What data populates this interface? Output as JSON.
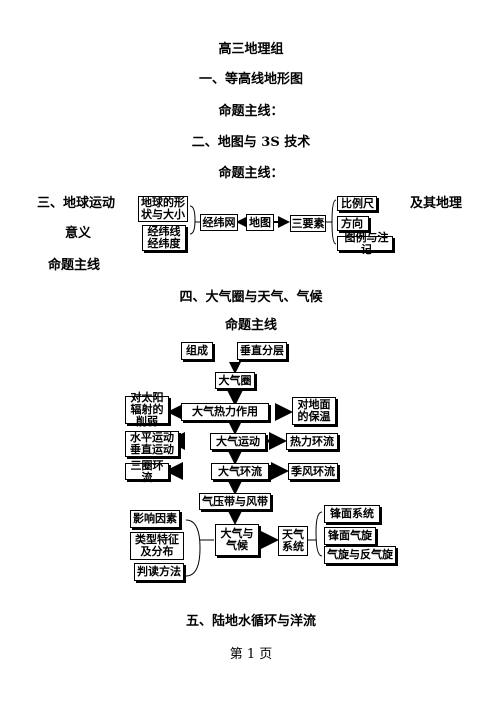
{
  "titles": {
    "group": "高三地理组",
    "s1": "一、等高线地形图",
    "s1_line": "命题主线：",
    "s2": "二、地图与 3S 技术",
    "s2_line": "命题主线：",
    "s3_left": "三、地球运动",
    "s3_right": "及其地理",
    "s3_meaning": "意义",
    "s3_line": "命题主线",
    "s4": "四、大气圈与天气、气候",
    "s4_line": "命题主线",
    "s5": "五、陆地水循环与洋流"
  },
  "map_diagram": {
    "shape_size": "地球的形状与大小",
    "lat_lon_line": "经纬线",
    "lat_lon_deg": "经纬度",
    "grid": "经纬网",
    "map": "地图",
    "three_elements": "三要素",
    "scale": "比例尺",
    "direction": "方向",
    "legend": "图例与注记"
  },
  "atmo_diagram": {
    "composition": "组成",
    "layers": "垂直分层",
    "atmosphere": "大气圈",
    "solar_weaken": "对太阳辐射的削弱",
    "thermal": "大气热力作用",
    "insulation": "对地面的保温",
    "horizontal": "水平运动",
    "vertical": "垂直运动",
    "motion": "大气运动",
    "thermal_circ": "热力环流",
    "three_cell": "三圈环流",
    "circulation": "大气环流",
    "monsoon": "季风环流",
    "belts": "气压带与风带",
    "factors": "影响因素",
    "types": "类型特征及分布",
    "reading": "判读方法",
    "climate": "大气与气候",
    "systems": "天气系统",
    "front": "锋面系统",
    "front_cyclone": "锋面气旋",
    "cyclone": "气旋与反气旋"
  },
  "footer": {
    "prefix": "第",
    "page": "1",
    "suffix": "页"
  }
}
